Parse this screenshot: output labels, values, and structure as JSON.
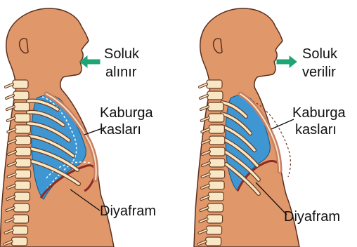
{
  "colors": {
    "skin": "#E0976A",
    "skin_outline": "#5A2E1E",
    "lung": "#3E97D3",
    "lung_outline": "#1D5F8E",
    "bone": "#F7E7C4",
    "bone_outline": "#6B3B22",
    "arrow": "#1FA573",
    "diaphragm": "#8C2A25",
    "rib_muscle": "#C97D62"
  },
  "panels": [
    {
      "state": "inhale",
      "arrow_direction": "in",
      "breath_label_line1": "Soluk",
      "breath_label_line2": "alınır",
      "muscle_label_line1": "Kaburga",
      "muscle_label_line2": "kasları",
      "diaphragm_label": "Diyafram"
    },
    {
      "state": "exhale",
      "arrow_direction": "out",
      "breath_label_line1": "Soluk",
      "breath_label_line2": "verilir",
      "muscle_label_line1": "Kaburga",
      "muscle_label_line2": "kasları",
      "diaphragm_label": "Diyafram"
    }
  ]
}
